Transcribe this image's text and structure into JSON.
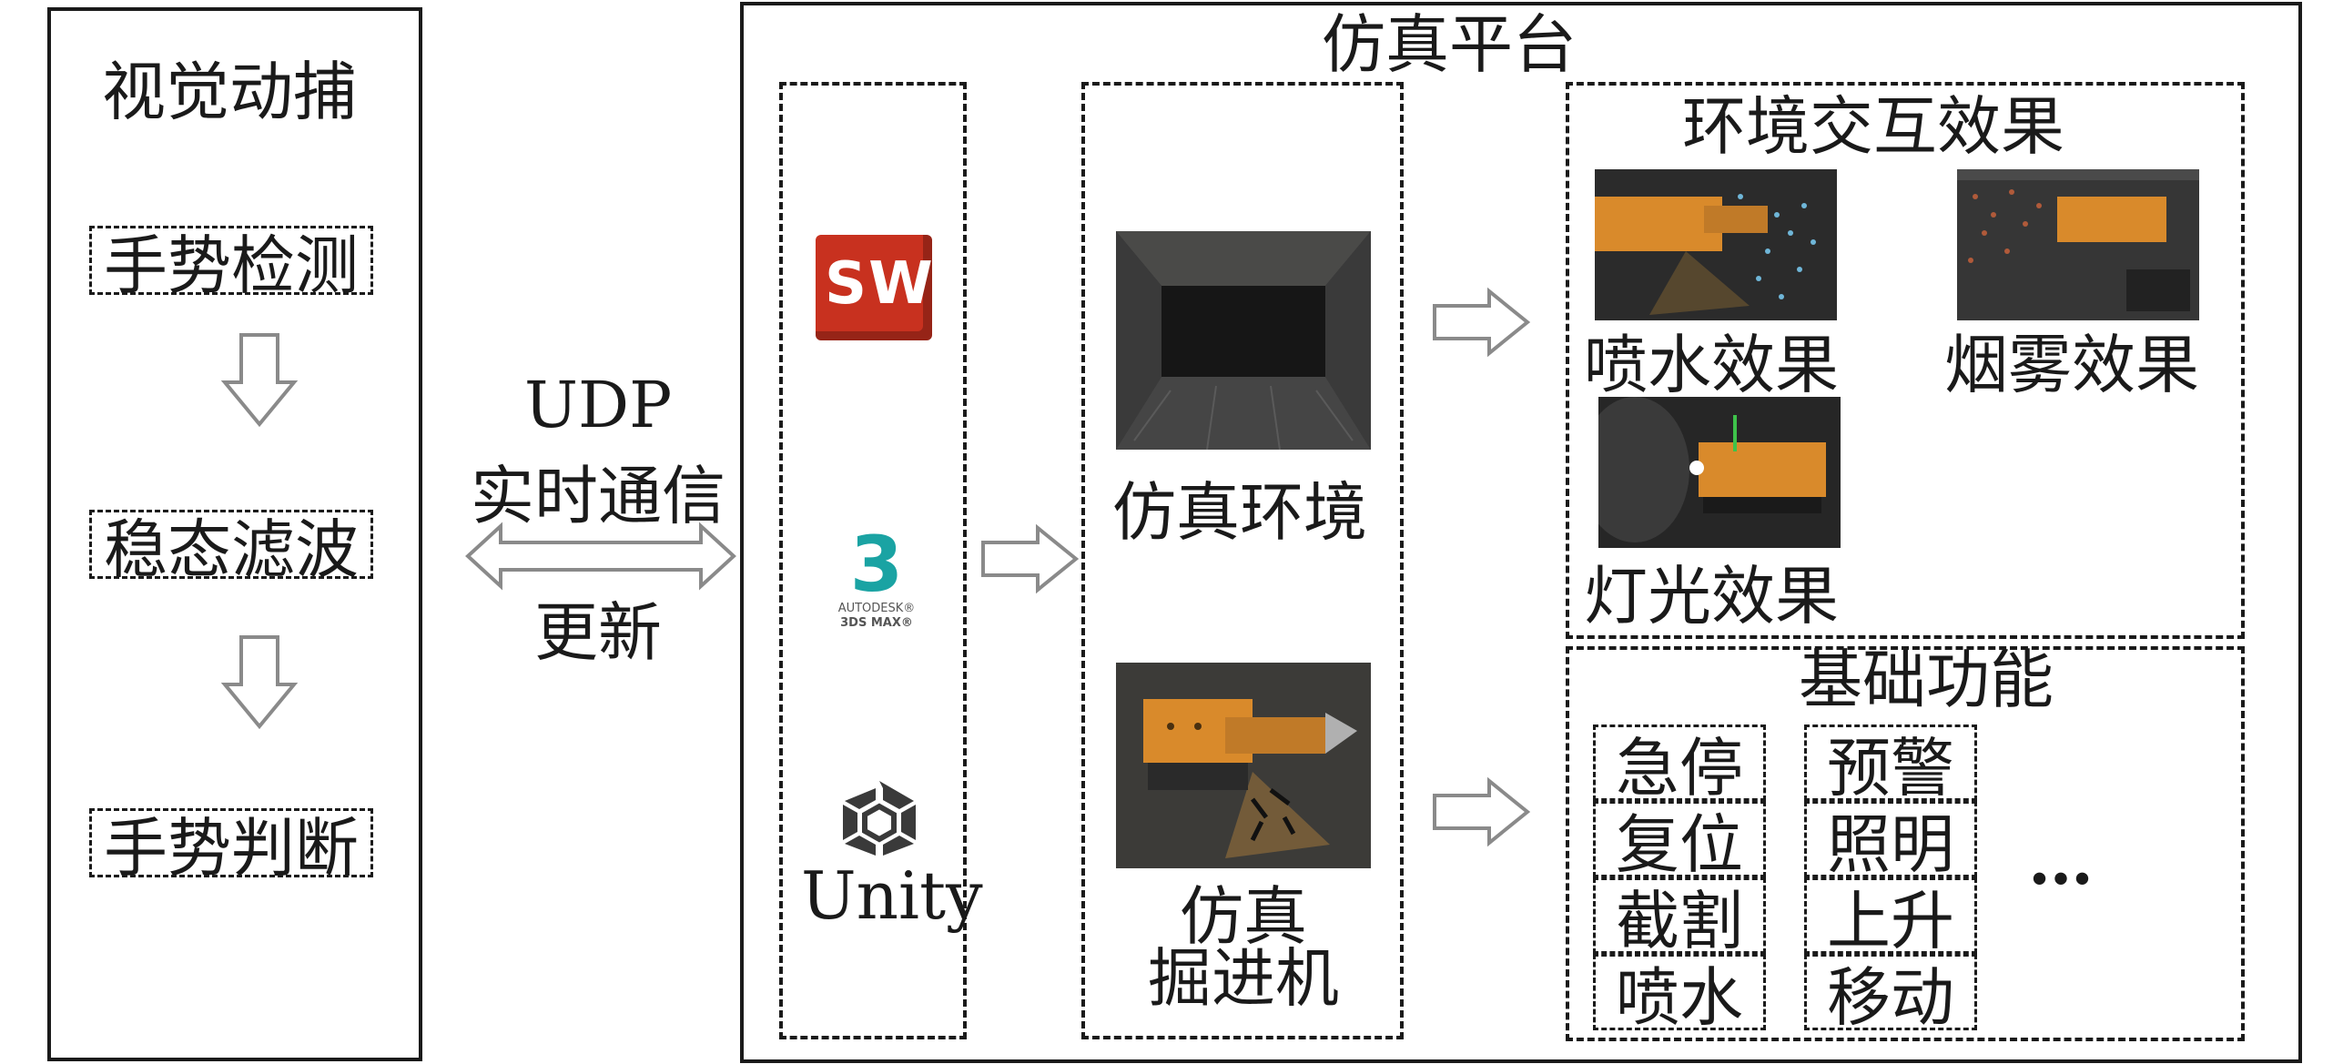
{
  "left_panel": {
    "title": "视觉动捕",
    "steps": [
      "手势检测",
      "稳态滤波",
      "手势判断"
    ]
  },
  "comm": {
    "line1": "UDP",
    "line2": "实时通信",
    "line3": "更新"
  },
  "platform": {
    "title": "仿真平台",
    "tools": {
      "sw_logo_text": "SW",
      "max_logo_number": "3",
      "max_logo_text1": "AUTODESK®",
      "max_logo_text2": "3DS MAX®",
      "unity_label": "Unity"
    },
    "sim": {
      "env_label": "仿真环境",
      "machine_label_1": "仿真",
      "machine_label_2": "掘进机"
    },
    "interaction": {
      "title": "环境交互效果",
      "spray": "喷水效果",
      "smoke": "烟雾效果",
      "light": "灯光效果"
    },
    "basic": {
      "title": "基础功能",
      "functions_col1": [
        "急停",
        "复位",
        "截割",
        "喷水"
      ],
      "functions_col2": [
        "预警",
        "照明",
        "上升",
        "移动"
      ],
      "ellipsis": "…"
    }
  },
  "colors": {
    "line": "#1a1a1a",
    "arrow_outline": "#8a8a8a",
    "sw_red": "#c8311f",
    "max_teal": "#1aa3a3",
    "machine_orange": "#d98a2b"
  }
}
